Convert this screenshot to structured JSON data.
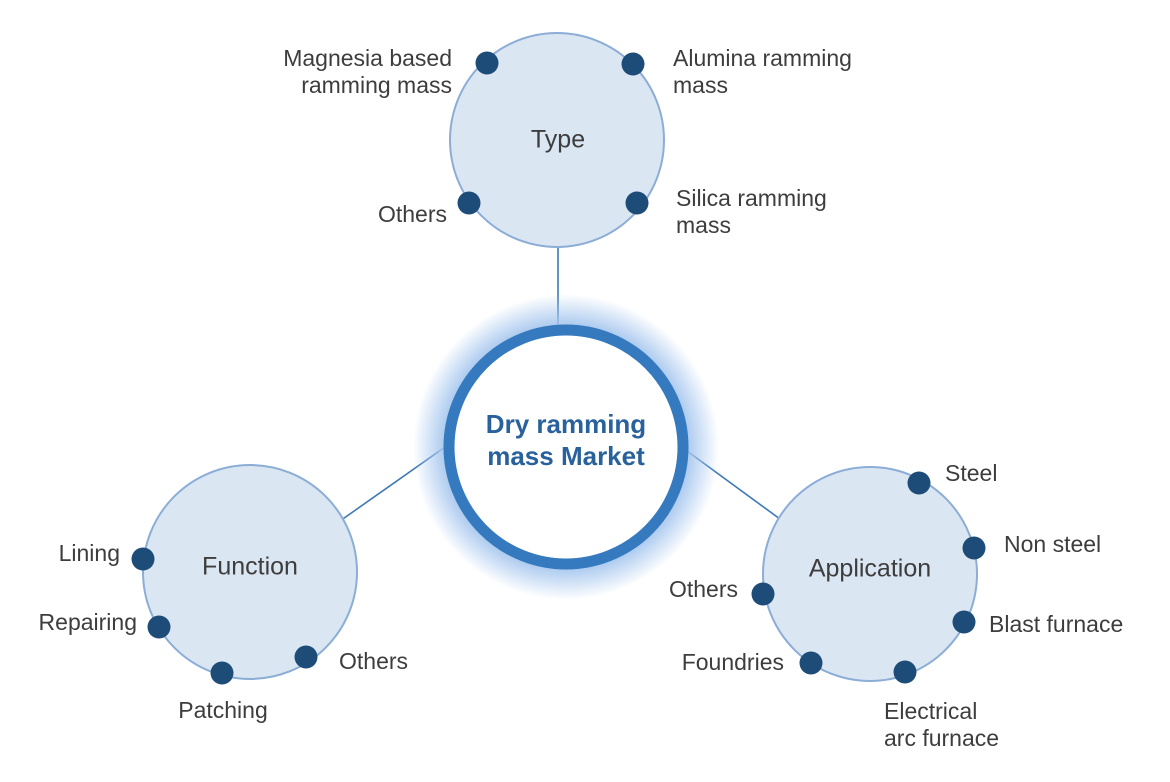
{
  "diagram": {
    "center": {
      "title": "Dry ramming\nmass Market"
    },
    "branches": {
      "type": {
        "label": "Type",
        "items": {
          "magnesia": "Magnesia based\nramming mass",
          "alumina": "Alumina ramming\nmass",
          "others": "Others",
          "silica": "Silica ramming\nmass"
        }
      },
      "function": {
        "label": "Function",
        "items": {
          "lining": "Lining",
          "repairing": "Repairing",
          "patching": "Patching",
          "others": "Others"
        }
      },
      "application": {
        "label": "Application",
        "items": {
          "steel": "Steel",
          "non_steel": "Non steel",
          "blast_furnace": "Blast furnace",
          "electrical_arc_furnace": "Electrical\narc furnace",
          "foundries": "Foundries",
          "others": "Others"
        }
      }
    },
    "colors": {
      "satellite_fill": "#dbe6f3",
      "satellite_border": "#8badd6",
      "dot": "#1e4c79",
      "center_ring": "#3579be",
      "center_glow": "#a5c6ee",
      "center_title_text": "#28619c",
      "label_text": "#3d3d3d",
      "connector_line": "#3e79b6"
    }
  }
}
